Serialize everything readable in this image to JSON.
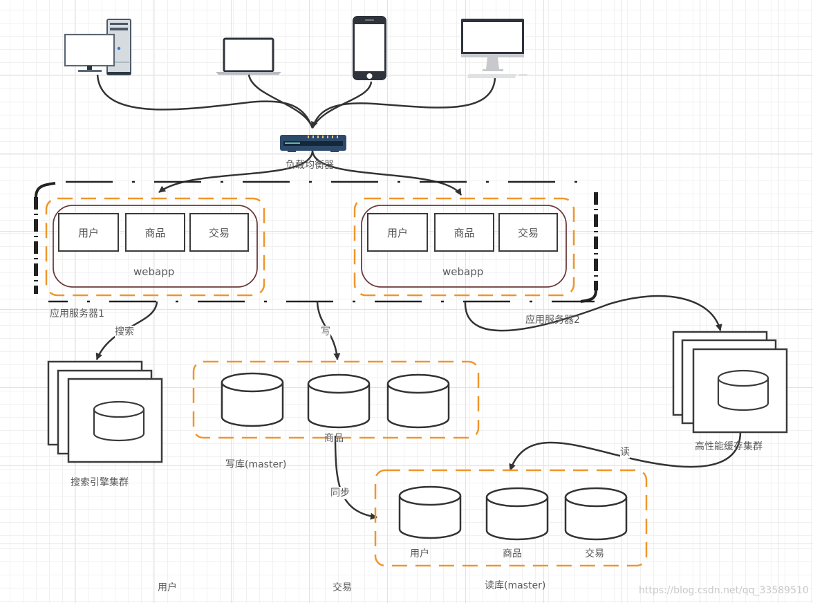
{
  "diagram": {
    "title": "",
    "clients": [
      {
        "name": "desktop-pc",
        "icon": "desktop-tower-icon"
      },
      {
        "name": "laptop",
        "icon": "laptop-icon"
      },
      {
        "name": "smartphone",
        "icon": "phone-icon"
      },
      {
        "name": "imac",
        "icon": "imac-icon"
      }
    ],
    "load_balancer": {
      "label": "负载均衡器",
      "icon": "switch-icon"
    },
    "app_servers": [
      {
        "label": "应用服务器1",
        "webapp_label": "webapp",
        "modules": [
          "用户",
          "商品",
          "交易"
        ]
      },
      {
        "label": "应用服务器2",
        "webapp_label": "webapp",
        "modules": [
          "用户",
          "商品",
          "交易"
        ]
      }
    ],
    "search_cluster": {
      "label": "搜索引擎集群",
      "edge_label": "搜索"
    },
    "write_db": {
      "label": "写库(master)",
      "edge_label": "写",
      "db_labels": [
        "",
        "商品",
        ""
      ]
    },
    "cache_cluster": {
      "label": "高性能缓存集群",
      "edge_label": "读"
    },
    "read_db": {
      "label": "读库(master)",
      "sync_label": "同步",
      "db_labels": [
        "用户",
        "商品",
        "交易"
      ]
    },
    "stray_labels": [
      "用户",
      "交易"
    ],
    "watermark": "https://blog.csdn.net/qq_33589510",
    "colors": {
      "line": "#333333",
      "orange_dash": "#f0962a",
      "webapp_border": "#6b3a3a",
      "switch_body": "#2d4a6b"
    }
  }
}
